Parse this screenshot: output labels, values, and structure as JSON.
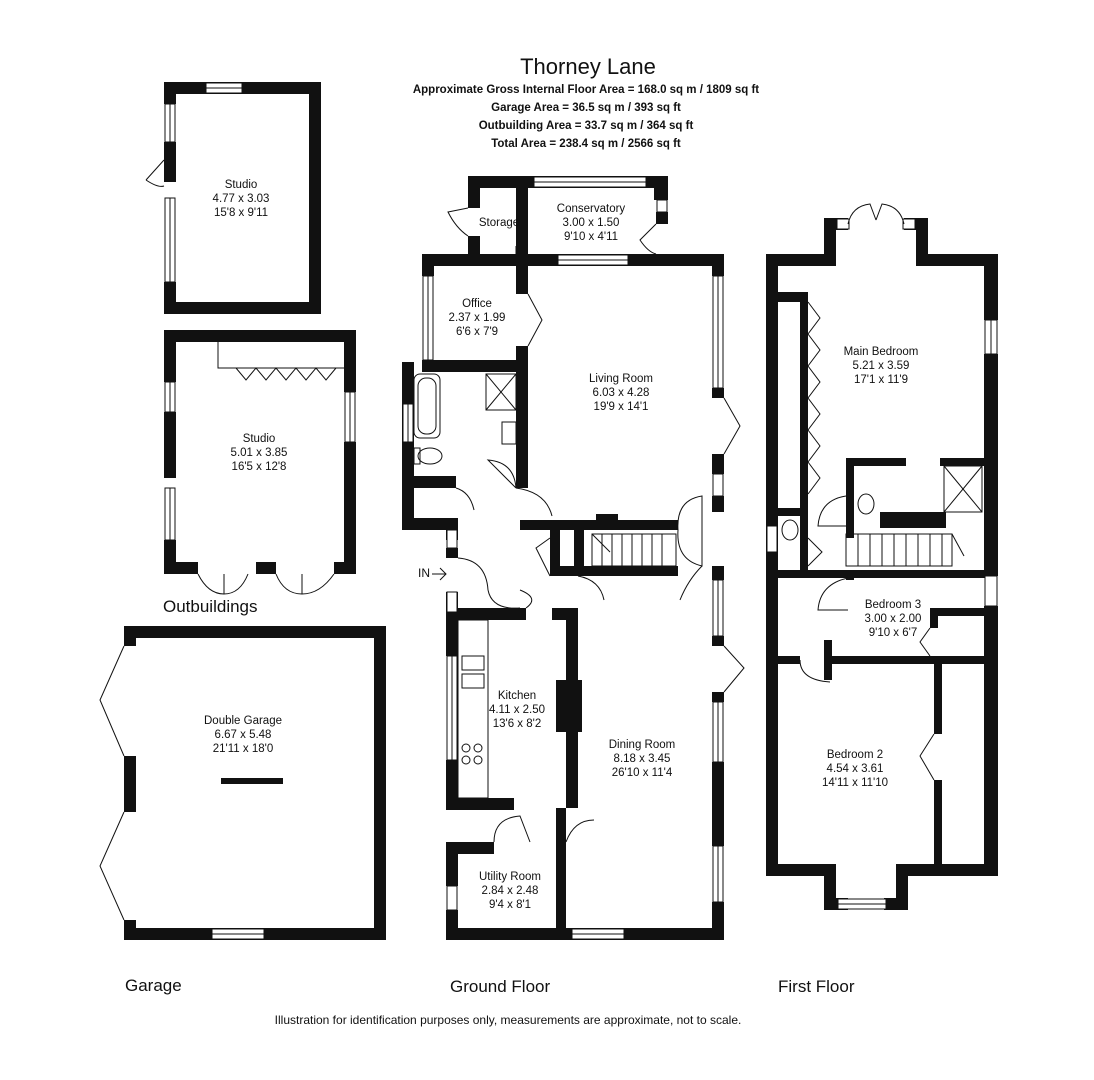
{
  "header": {
    "title": "Thorney Lane",
    "gross_area": "Approximate Gross Internal Floor Area = 168.0 sq m / 1809 sq ft",
    "garage_area": "Garage Area = 36.5 sq m / 393 sq ft",
    "outbuilding_area": "Outbuilding Area = 33.7 sq m / 364 sq ft",
    "total_area": "Total Area = 238.4 sq m / 2566 sq ft"
  },
  "sections": {
    "outbuildings": "Outbuildings",
    "garage": "Garage",
    "ground_floor": "Ground Floor",
    "first_floor": "First Floor"
  },
  "entrance_label": "IN",
  "rooms": {
    "studio_1": {
      "name": "Studio",
      "metric": "4.77 x 3.03",
      "imperial": "15'8 x 9'11"
    },
    "studio_2": {
      "name": "Studio",
      "metric": "5.01 x 3.85",
      "imperial": "16'5 x 12'8"
    },
    "double_garage": {
      "name": "Double Garage",
      "metric": "6.67 x 5.48",
      "imperial": "21'11 x 18'0"
    },
    "conservatory": {
      "name": "Conservatory",
      "metric": "3.00 x 1.50",
      "imperial": "9'10 x 4'11"
    },
    "storage": {
      "name": "Storage"
    },
    "office": {
      "name": "Office",
      "metric": "2.37 x 1.99",
      "imperial": "6'6 x 7'9"
    },
    "living_room": {
      "name": "Living Room",
      "metric": "6.03 x 4.28",
      "imperial": "19'9 x 14'1"
    },
    "kitchen": {
      "name": "Kitchen",
      "metric": "4.11 x 2.50",
      "imperial": "13'6 x 8'2"
    },
    "dining_room": {
      "name": "Dining Room",
      "metric": "8.18 x 3.45",
      "imperial": "26'10 x 11'4"
    },
    "utility_room": {
      "name": "Utility Room",
      "metric": "2.84 x 2.48",
      "imperial": "9'4 x 8'1"
    },
    "main_bedroom": {
      "name": "Main Bedroom",
      "metric": "5.21 x 3.59",
      "imperial": "17'1 x 11'9"
    },
    "bedroom_3": {
      "name": "Bedroom 3",
      "metric": "3.00 x 2.00",
      "imperial": "9'10 x 6'7"
    },
    "bedroom_2": {
      "name": "Bedroom 2",
      "metric": "4.54 x 3.61",
      "imperial": "14'11 x 11'10"
    }
  },
  "disclaimer": "Illustration for identification purposes only, measurements are approximate, not to scale."
}
